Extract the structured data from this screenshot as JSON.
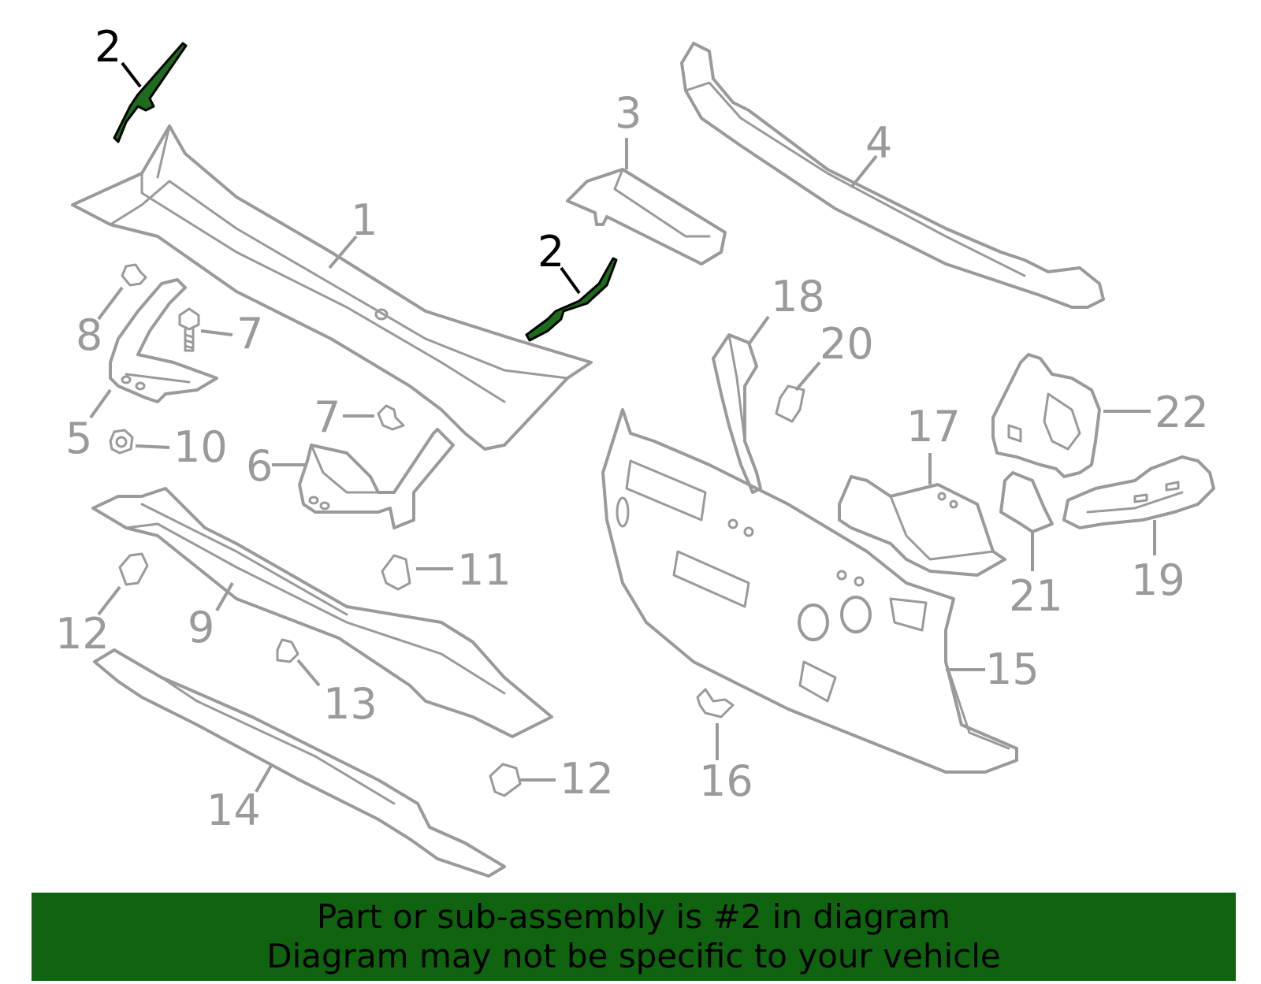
{
  "colors": {
    "banner_background": "#106410",
    "highlight_part": "#1e6b1e",
    "part_stroke": "#9a9a9a",
    "highlight_label": "#000000"
  },
  "callouts": {
    "c1": "1",
    "c2a": "2",
    "c2b": "2",
    "c3": "3",
    "c4": "4",
    "c5": "5",
    "c6": "6",
    "c7a": "7",
    "c7b": "7",
    "c8": "8",
    "c9": "9",
    "c10": "10",
    "c11": "11",
    "c12a": "12",
    "c12b": "12",
    "c13": "13",
    "c14": "14",
    "c15": "15",
    "c16": "16",
    "c17": "17",
    "c18": "18",
    "c19": "19",
    "c20": "20",
    "c21": "21",
    "c22": "22"
  },
  "banner": {
    "line1": "Part or sub-assembly is #2 in diagram",
    "line2": "Diagram may not be specific to your vehicle"
  }
}
